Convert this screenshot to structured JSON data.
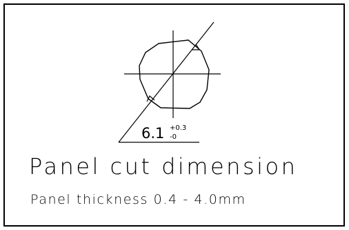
{
  "diagram": {
    "dimension_value": "6.1",
    "tolerance_upper": "+0.3",
    "tolerance_lower": "-0",
    "title": "Panel cut dimension",
    "subtitle": "Panel thickness 0.4 - 4.0mm"
  },
  "colors": {
    "line": "#000000",
    "background": "#ffffff"
  }
}
